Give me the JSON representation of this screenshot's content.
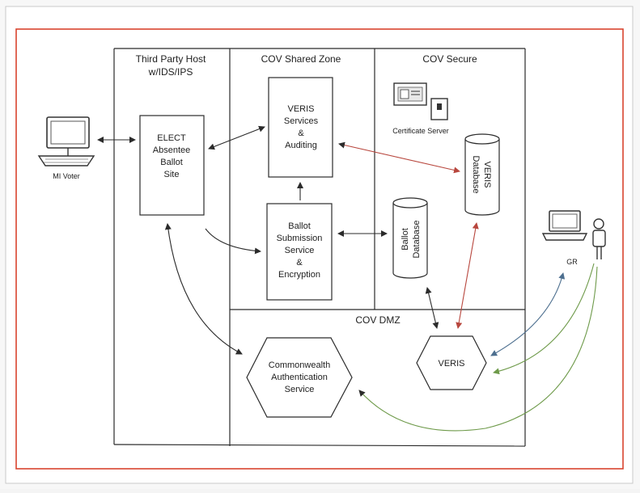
{
  "zones": {
    "third_party": "Third Party Host",
    "third_party_sub": "w/IDS/IPS",
    "shared": "COV Shared Zone",
    "secure": "COV Secure",
    "dmz": "COV DMZ"
  },
  "nodes": {
    "voter": "MI Voter",
    "elect": [
      "ELECT",
      "Absentee",
      "Ballot",
      "Site"
    ],
    "veris_services": [
      "VERIS",
      "Services",
      "&",
      "Auditing"
    ],
    "ballot_submission": [
      "Ballot",
      "Submission",
      "Service",
      "&",
      "Encryption"
    ],
    "certificate_server": "Certificate Server",
    "veris_database": [
      "VERIS",
      "Database"
    ],
    "ballot_database": [
      "Ballot",
      "Database"
    ],
    "commonwealth": [
      "Commonwealth",
      "Authentication",
      "Service"
    ],
    "veris": "VERIS",
    "gr": "GR"
  },
  "colors": {
    "frame_red": "#d9442f",
    "line": "#2b2b2b",
    "arrow_green": "#7fa55a",
    "arrow_red": "#b8473e",
    "arrow_blue": "#4d6f8f"
  }
}
